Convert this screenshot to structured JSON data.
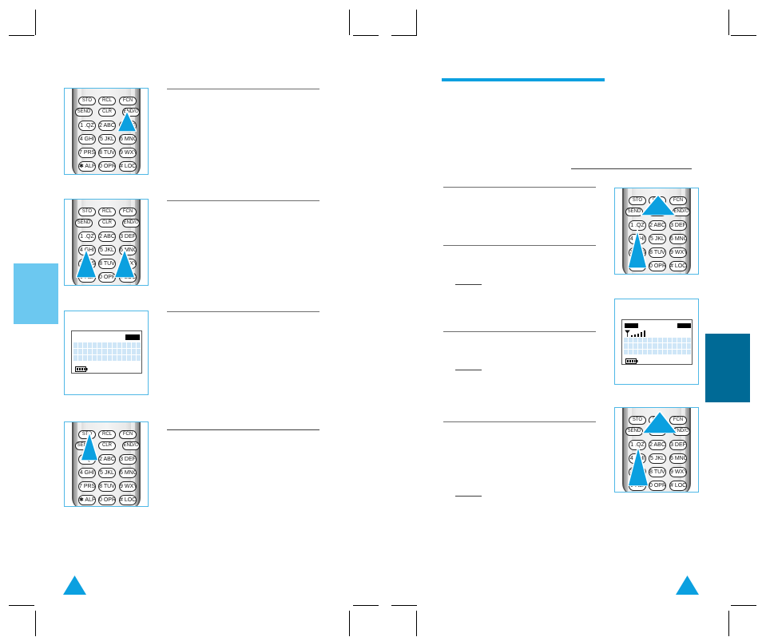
{
  "keypad": {
    "top_keys": [
      "STO",
      "RCL",
      "FCN"
    ],
    "row0": [
      "SEND",
      "CLR",
      "END/⏻"
    ],
    "rows": [
      [
        "1 .QZ",
        "2 ABC",
        "3 DEF"
      ],
      [
        "4 GHI",
        "5 JKL",
        "6 MNO"
      ],
      [
        "7 PRS",
        "8 TUV",
        "9 WXY"
      ],
      [
        "✱ ALPH",
        "0 OPR",
        "# LOCK"
      ]
    ]
  },
  "colors": {
    "accent_light": "#6cc8f0",
    "accent_dark": "#006a96",
    "frame_border": "#4fb8e6",
    "lcd_grid": "#cfe6f7"
  },
  "icons": {
    "pointer": "blue-triangle-pointer",
    "battery": "battery-icon",
    "signal": "signal-strength-icon",
    "page_marker": "page-triangle-icon"
  }
}
